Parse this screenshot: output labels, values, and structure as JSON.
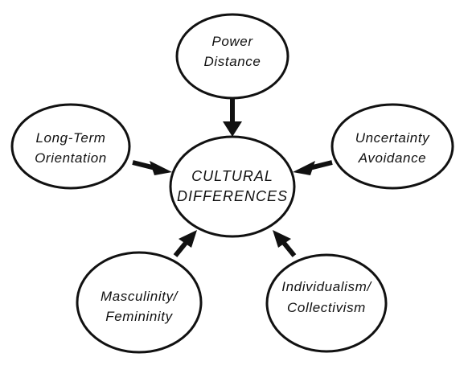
{
  "diagram": {
    "center": {
      "line1": "CULTURAL",
      "line2": "DIFFERENCES"
    },
    "nodes": [
      {
        "line1": "Power",
        "line2": "Distance"
      },
      {
        "line1": "Long-Term",
        "line2": "Orientation"
      },
      {
        "line1": "Uncertainty",
        "line2": "Avoidance"
      },
      {
        "line1": "Masculinity/",
        "line2": "Femininity"
      },
      {
        "line1": "Individualism/",
        "line2": "Collectivism"
      }
    ]
  }
}
